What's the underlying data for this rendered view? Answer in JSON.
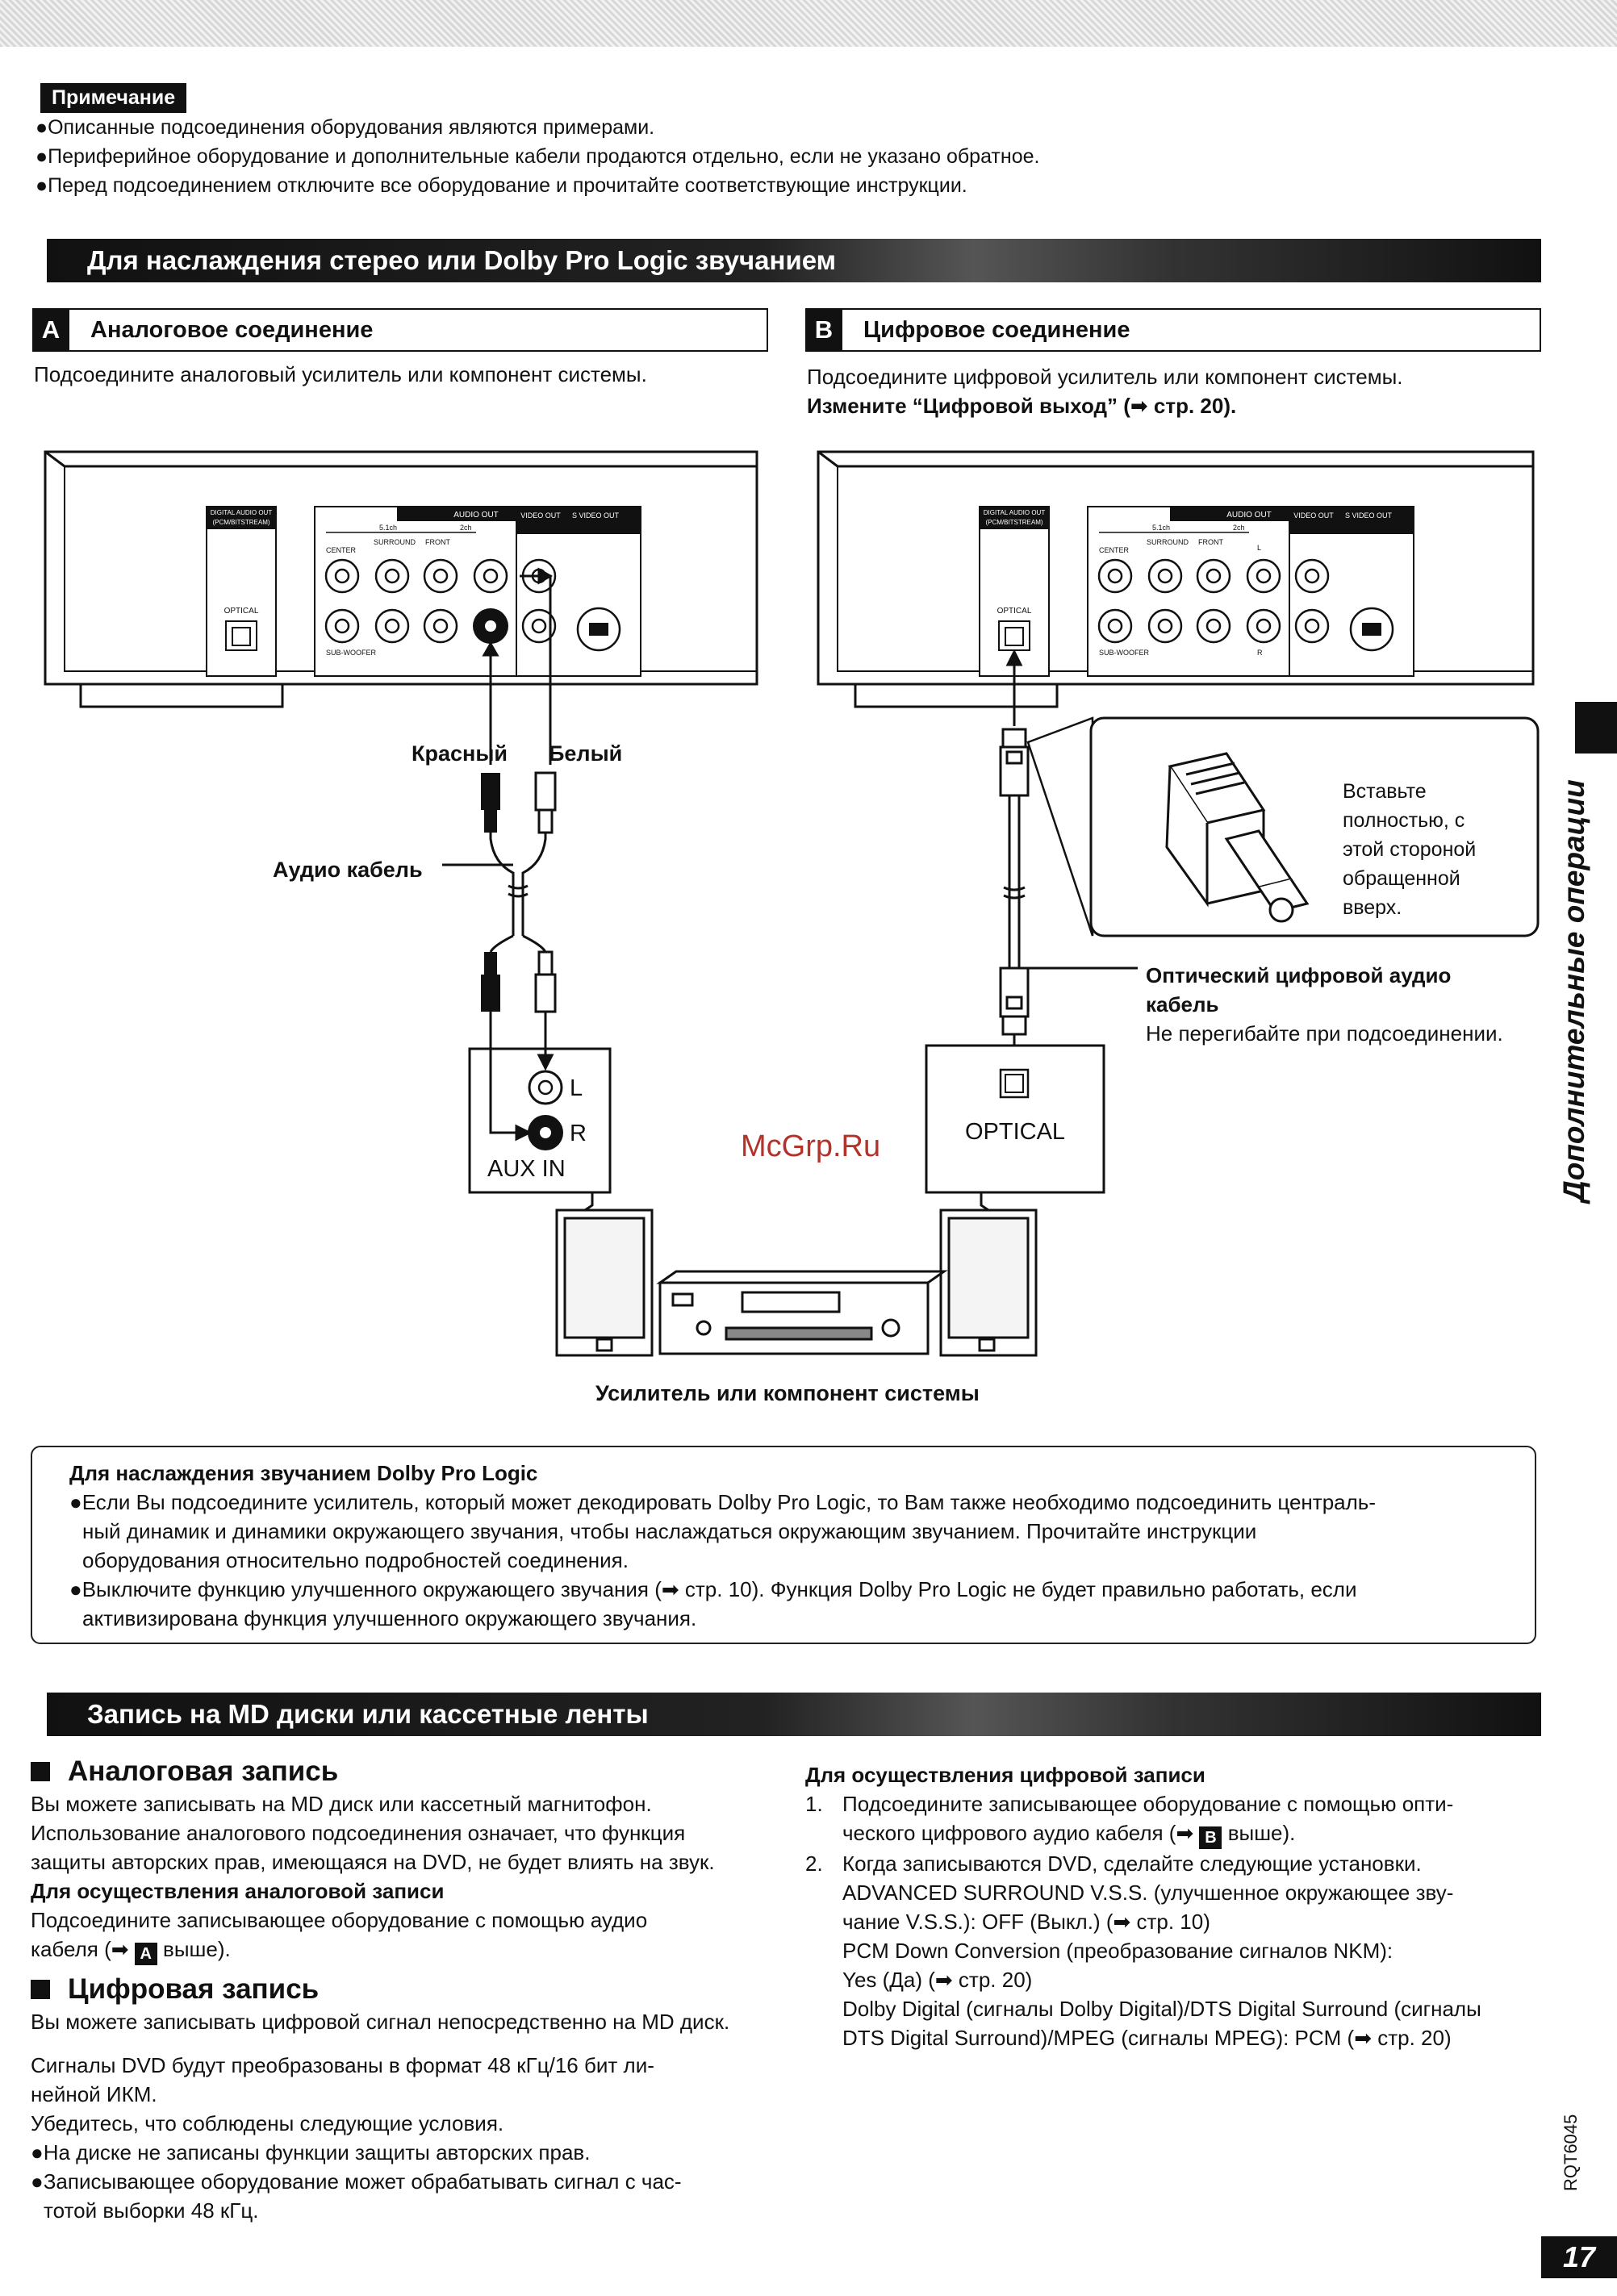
{
  "note": {
    "label": "Примечание",
    "items": [
      "●Описанные подсоединения оборудования являются примерами.",
      "●Периферийное оборудование и дополнительные кабели продаются отдельно, если не указано обратное.",
      "●Перед подсоединением отключите все оборудование и прочитайте соответствующие инструкции."
    ]
  },
  "section1": {
    "title": "Для наслаждения стерео или Dolby Pro Logic звучанием",
    "a": {
      "badge": "A",
      "title": "Аналоговое соединение",
      "desc": "Подсоедините аналоговый усилитель или компонент системы."
    },
    "b": {
      "badge": "B",
      "title": "Цифровое соединение",
      "desc": "Подсоедините цифровой усилитель или компонент системы.",
      "desc_bold": "Измените “Цифровой выход” (➡ стр. 20)."
    }
  },
  "diagram": {
    "panel_digital_audio_out": "DIGITAL AUDIO OUT",
    "panel_pcm_bitstream": "(PCM/BITSTREAM)",
    "panel_optical": "OPTICAL",
    "panel_audio_out": "AUDIO OUT",
    "panel_51ch": "5.1ch",
    "panel_2ch": "2ch",
    "panel_center": "CENTER",
    "panel_surround": "SURROUND",
    "panel_front": "FRONT",
    "panel_l": "L",
    "panel_r": "R",
    "panel_subwoofer": "SUB-WOOFER",
    "panel_video_out": "VIDEO OUT",
    "panel_svideo_out": "S VIDEO OUT",
    "red": "Красный",
    "white": "Белый",
    "audio_cable": "Аудио кабель",
    "aux_l": "L",
    "aux_r": "R",
    "aux_in": "AUX IN",
    "optical_jack": "OPTICAL",
    "insert_note": [
      "Вставьте",
      "полностью, с",
      "этой стороной",
      "обращенной",
      "вверх."
    ],
    "optical_cable_1": "Оптический цифровой аудио",
    "optical_cable_2": "кабель",
    "optical_cable_note": "Не перегибайте при подсоединении.",
    "amp_caption": "Усилитель или компонент системы"
  },
  "watermark": "McGrp.Ru",
  "dolby_box": {
    "title": "Для наслаждения звучанием Dolby Pro Logic",
    "lines": [
      "●Если Вы подсоедините усилитель, который может декодировать Dolby Pro Logic, то Вам также необходимо подсоединить централь-",
      "ный динамик и динамики окружающего звучания, чтобы наслаждаться окружающим звучанием. Прочитайте инструкции",
      "оборудования относительно подробностей соединения.",
      "●Выключите функцию улучшенного окружающего звучания (➡ стр. 10). Функция Dolby Pro Logic не будет правильно работать, если",
      "активизирована функция улучшенного окружающего звучания."
    ]
  },
  "section2": {
    "title": "Запись на MD диски или кассетные ленты",
    "analog": {
      "heading": "Аналоговая запись",
      "p1": [
        "Вы можете записывать на MD диск или кассетный магнитофон.",
        "Использование аналогового подсоединения означает, что функция",
        "защиты авторских прав, имеющаяся на DVD, не будет влиять на звук."
      ],
      "sub": "Для осуществления аналоговой записи",
      "p2_1": "Подсоедините записывающее оборудование с помощью аудио",
      "p2_2a": "кабеля (➡",
      "p2_icon": "A",
      "p2_2b": "выше)."
    },
    "digital": {
      "heading": "Цифровая запись",
      "p1": "Вы можете записывать цифровой сигнал непосредственно на MD диск.",
      "p2": [
        "Сигналы DVD будут преобразованы в формат 48 кГц/16 бит ли-",
        "нейной ИКМ.",
        "Убедитесь, что соблюдены следующие условия."
      ],
      "bullets": [
        "●На диске не записаны функции защиты авторских прав.",
        "●Записывающее оборудование может обрабатывать сигнал с час-",
        "тотой выборки 48 кГц."
      ]
    },
    "right": {
      "heading": "Для осуществления цифровой записи",
      "n1": "1.",
      "item1_1": "Подсоедините записывающее оборудование с помощью опти-",
      "item1_2a": "ческого цифрового аудио кабеля (➡",
      "item1_icon": "B",
      "item1_2b": "выше).",
      "n2": "2.",
      "item2": [
        "Когда записываются DVD, сделайте следующие установки.",
        "ADVANCED SURROUND V.S.S. (улучшенное окружающее зву-",
        "чание V.S.S.): OFF (Выкл.) (➡ стр. 10)",
        "PCM Down Conversion (преобразование сигналов NKM):",
        "Yes (Да) (➡ стр. 20)",
        "Dolby Digital (сигналы Dolby Digital)/DTS Digital Surround (сигналы",
        "DTS Digital Surround)/MPEG (сигналы MPEG): PCM (➡ стр. 20)"
      ]
    }
  },
  "side_title": "Дополнительные операции",
  "model_code": "RQT6045",
  "page_number": "17"
}
